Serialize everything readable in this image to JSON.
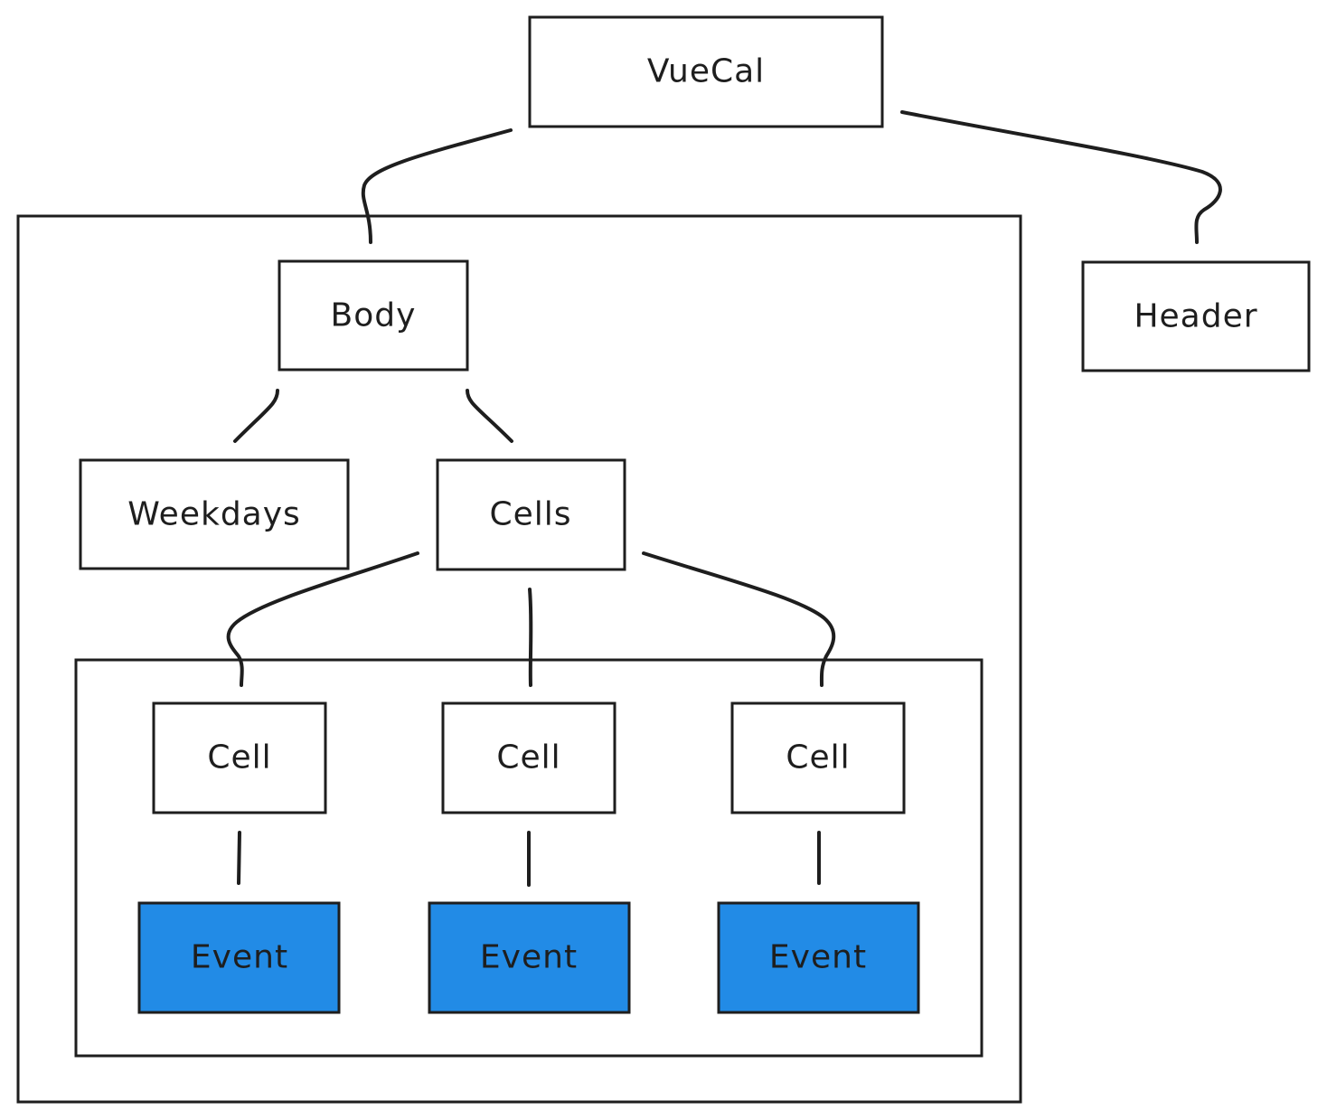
{
  "colors": {
    "ink": "#1e1e1e",
    "box_fill": "#ffffff",
    "event_fill": "#228be6"
  },
  "nodes": {
    "vuecal": "VueCal",
    "body": "Body",
    "header": "Header",
    "weekdays": "Weekdays",
    "cells": "Cells",
    "cell_1": "Cell",
    "cell_2": "Cell",
    "cell_3": "Cell",
    "event_1": "Event",
    "event_2": "Event",
    "event_3": "Event"
  },
  "edges": [
    {
      "from": "vuecal",
      "to": "body"
    },
    {
      "from": "vuecal",
      "to": "header"
    },
    {
      "from": "body",
      "to": "weekdays"
    },
    {
      "from": "body",
      "to": "cells"
    },
    {
      "from": "cells",
      "to": "cell_1"
    },
    {
      "from": "cells",
      "to": "cell_2"
    },
    {
      "from": "cells",
      "to": "cell_3"
    },
    {
      "from": "cell_1",
      "to": "event_1"
    },
    {
      "from": "cell_2",
      "to": "event_2"
    },
    {
      "from": "cell_3",
      "to": "event_3"
    }
  ],
  "groups": [
    {
      "name": "body-group",
      "contains": [
        "body",
        "weekdays",
        "cells",
        "cell_1",
        "cell_2",
        "cell_3",
        "event_1",
        "event_2",
        "event_3"
      ]
    },
    {
      "name": "cell-group",
      "contains": [
        "cell_1",
        "cell_2",
        "cell_3",
        "event_1",
        "event_2",
        "event_3"
      ]
    }
  ]
}
